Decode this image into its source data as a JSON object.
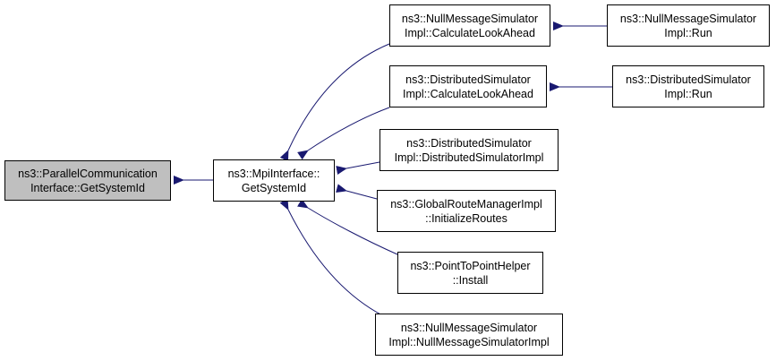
{
  "colors": {
    "edge": "#191970",
    "root_fill": "#bfbfbf",
    "node_fill": "#ffffff",
    "border": "#000000"
  },
  "nodes": {
    "root": {
      "line1": "ns3::ParallelCommunication",
      "line2": "Interface::GetSystemId"
    },
    "mpi": {
      "line1": "ns3::MpiInterface::",
      "line2": "GetSystemId"
    },
    "nullcla": {
      "line1": "ns3::NullMessageSimulator",
      "line2": "Impl::CalculateLookAhead"
    },
    "nullrun": {
      "line1": "ns3::NullMessageSimulator",
      "line2": "Impl::Run"
    },
    "distcla": {
      "line1": "ns3::DistributedSimulator",
      "line2": "Impl::CalculateLookAhead"
    },
    "distrun": {
      "line1": "ns3::DistributedSimulator",
      "line2": "Impl::Run"
    },
    "distctor": {
      "line1": "ns3::DistributedSimulator",
      "line2": "Impl::DistributedSimulatorImpl"
    },
    "global": {
      "line1": "ns3::GlobalRouteManagerImpl",
      "line2": "::InitializeRoutes"
    },
    "p2p": {
      "line1": "ns3::PointToPointHelper",
      "line2": "::Install"
    },
    "nullctor": {
      "line1": "ns3::NullMessageSimulator",
      "line2": "Impl::NullMessageSimulatorImpl"
    }
  }
}
